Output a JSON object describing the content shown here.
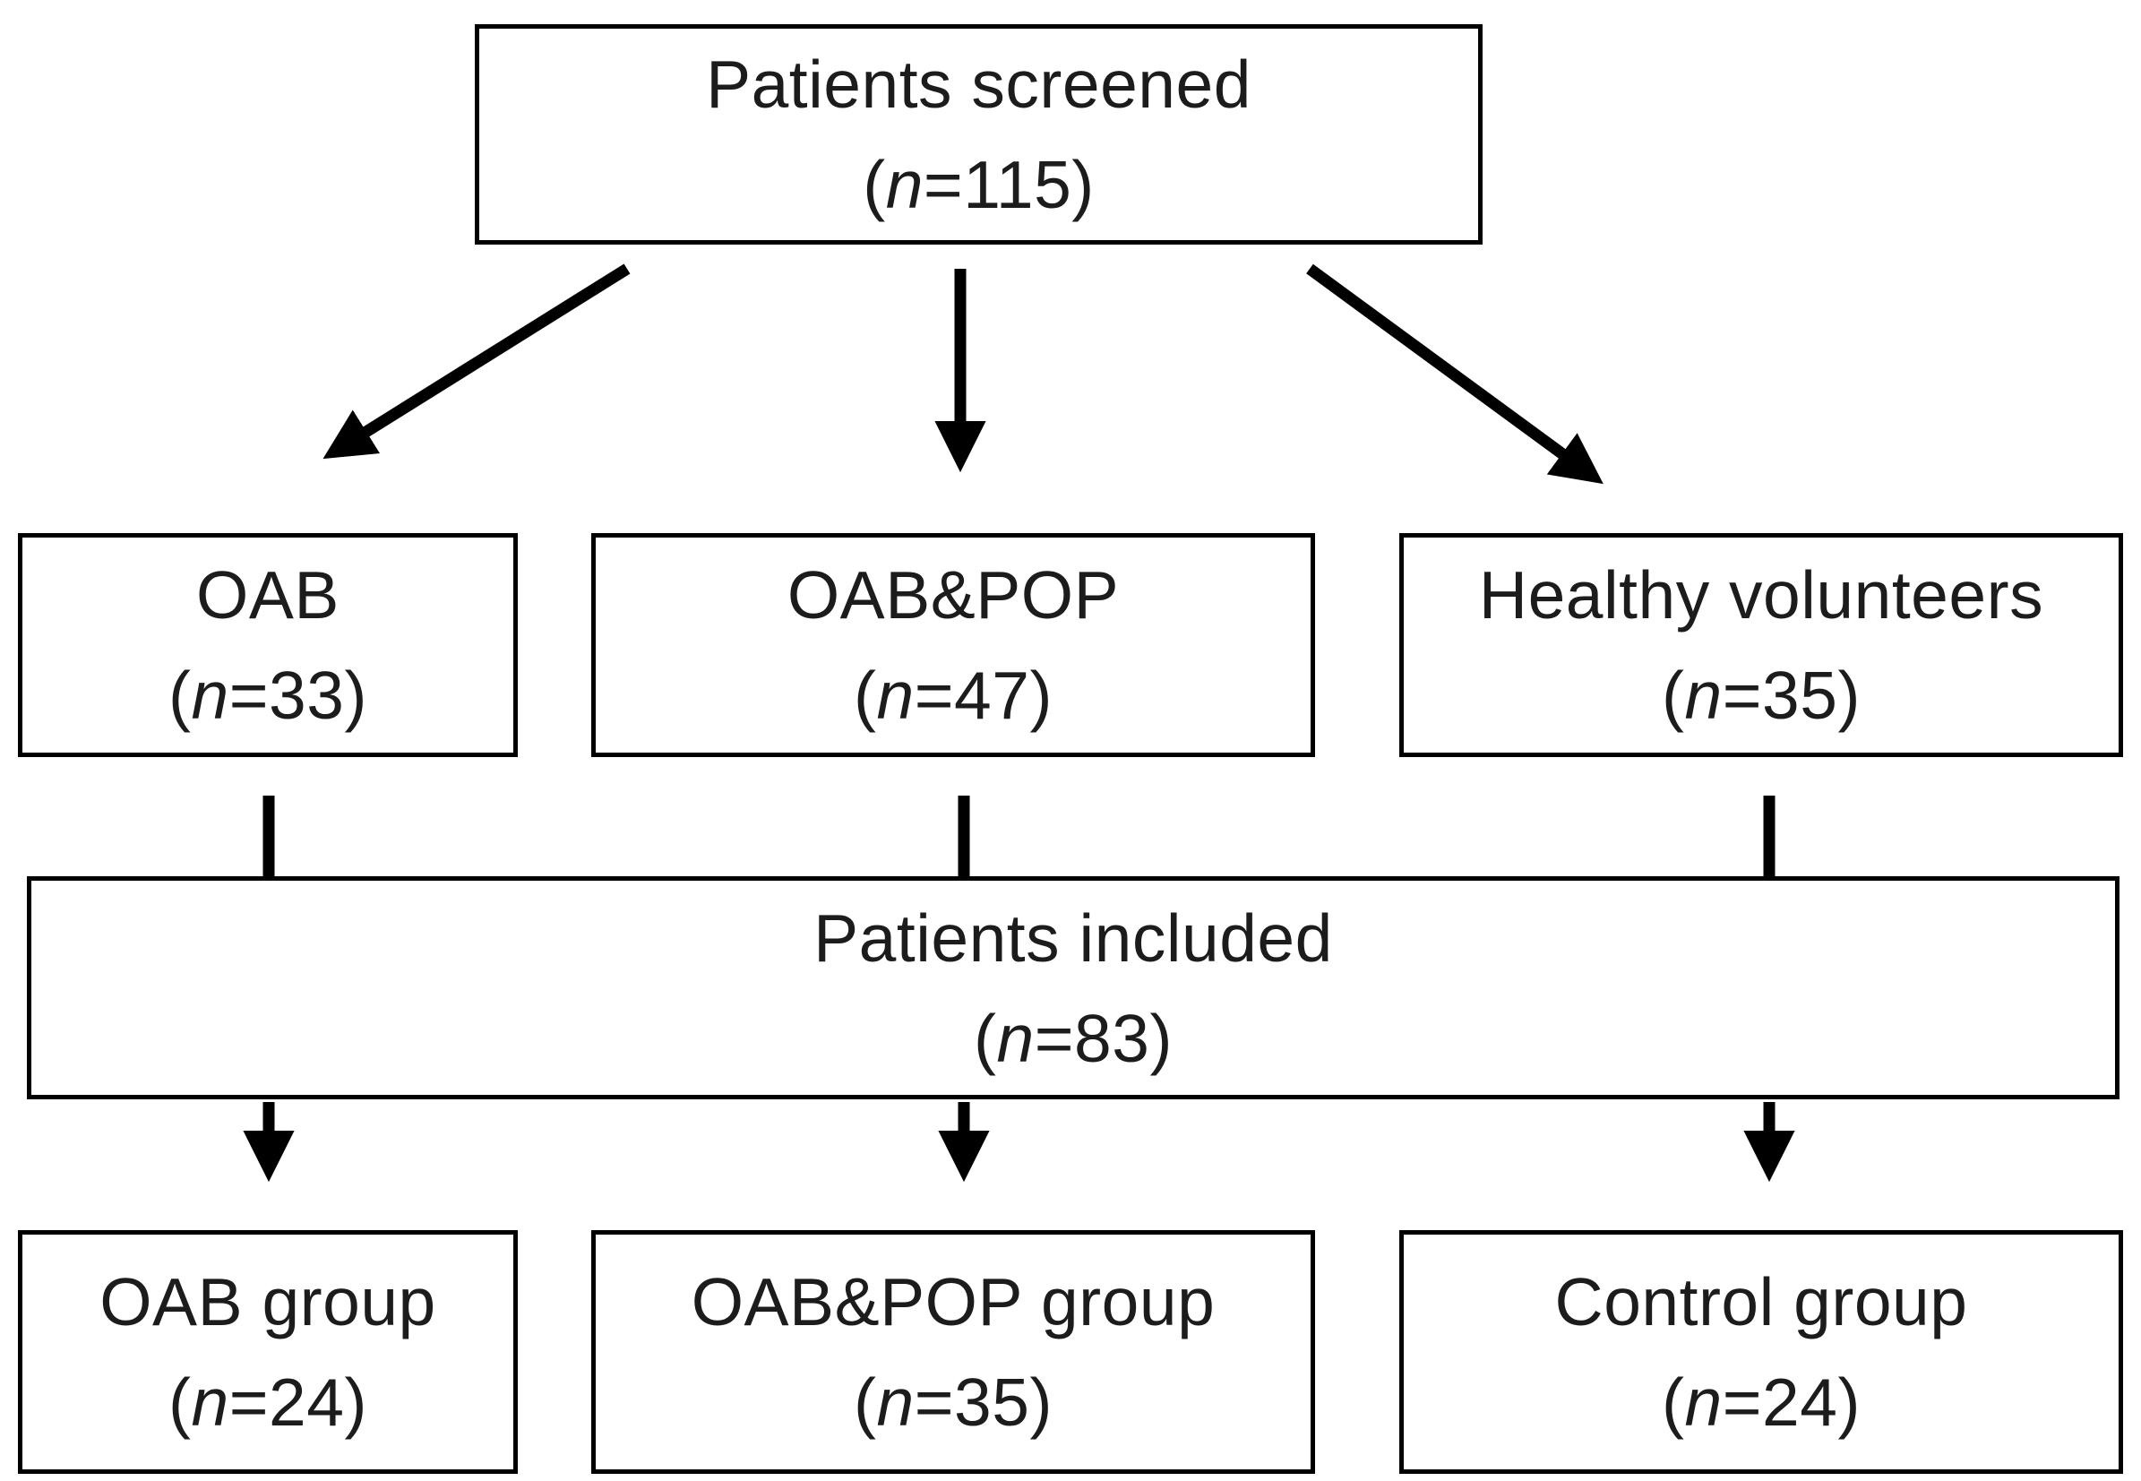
{
  "figure": {
    "type": "flowchart",
    "background_color": "#ffffff",
    "line_color": "#000000",
    "text_color": "#1c1c1c"
  },
  "nodes": {
    "screened": {
      "label": "Patients screened",
      "paren_open": "(",
      "n_symbol": "n",
      "count_rest": "=115)"
    },
    "oab": {
      "label": "OAB",
      "paren_open": "(",
      "n_symbol": "n",
      "count_rest": "=33)"
    },
    "oab_pop": {
      "label": "OAB&POP",
      "paren_open": "(",
      "n_symbol": "n",
      "count_rest": "=47)"
    },
    "healthy": {
      "label": "Healthy volunteers",
      "paren_open": "(",
      "n_symbol": "n",
      "count_rest": "=35)"
    },
    "included": {
      "label": "Patients included",
      "paren_open": "(",
      "n_symbol": "n",
      "count_rest": "=83)"
    },
    "oab_group": {
      "label": "OAB group",
      "paren_open": "(",
      "n_symbol": "n",
      "count_rest": "=24)"
    },
    "oab_pop_group": {
      "label": "OAB&POP group",
      "paren_open": "(",
      "n_symbol": "n",
      "count_rest": "=35)"
    },
    "control_group": {
      "label": "Control group",
      "paren_open": "(",
      "n_symbol": "n",
      "count_rest": "=24)"
    }
  },
  "edges": [
    {
      "from": "screened",
      "to": "oab",
      "arrowhead": true
    },
    {
      "from": "screened",
      "to": "oab_pop",
      "arrowhead": true
    },
    {
      "from": "screened",
      "to": "healthy",
      "arrowhead": true
    },
    {
      "from": "oab",
      "to": "included",
      "arrowhead": false
    },
    {
      "from": "oab_pop",
      "to": "included",
      "arrowhead": false
    },
    {
      "from": "healthy",
      "to": "included",
      "arrowhead": false
    },
    {
      "from": "included",
      "to": "oab_group",
      "arrowhead": true
    },
    {
      "from": "included",
      "to": "oab_pop_group",
      "arrowhead": true
    },
    {
      "from": "included",
      "to": "control_group",
      "arrowhead": true
    }
  ]
}
